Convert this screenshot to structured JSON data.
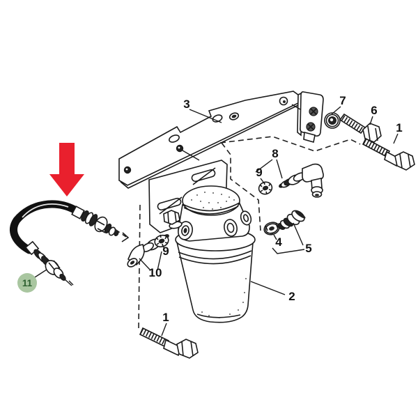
{
  "style": {
    "background": "#ffffff",
    "line_color": "#1a1a1a"
  },
  "highlight": {
    "arrow_color": "#e9202d",
    "badge_label": "11",
    "badge_fill": "#a9c6a0",
    "badge_text_color": "#2d6030"
  },
  "callouts": {
    "part3": "3",
    "part7": "7",
    "part6": "6",
    "part1_top": "1",
    "part8": "8",
    "part9_right": "9",
    "part4": "4",
    "part5": "5",
    "part9_center": "9",
    "part10": "10",
    "part2": "2",
    "part1_bottom": "1"
  }
}
